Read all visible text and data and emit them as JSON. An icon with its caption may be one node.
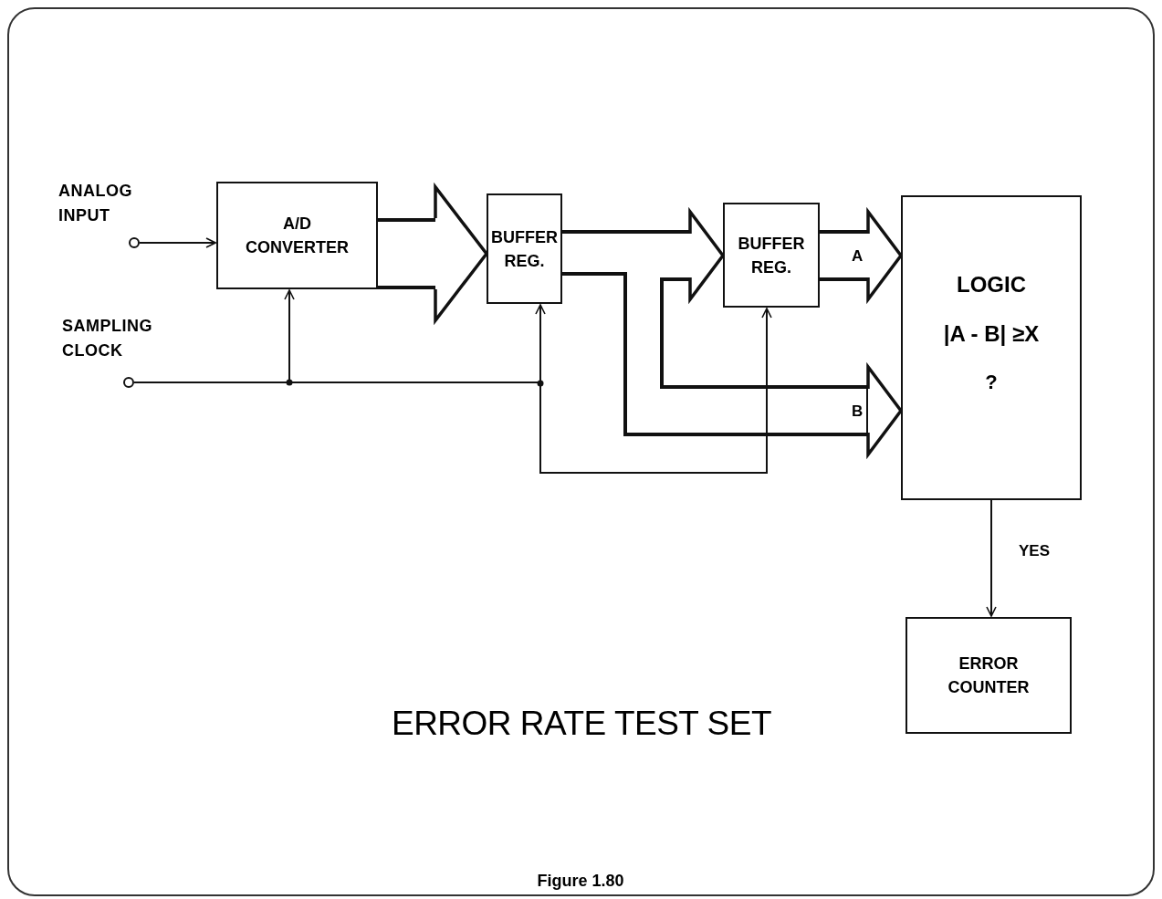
{
  "diagram": {
    "title": "ERROR RATE TEST SET",
    "caption": "Figure 1.80",
    "nodes": [
      {
        "text": [],
        "shape": "circle",
        "beside": [
          "ANALOG INPUT"
        ]
      },
      {
        "text": [
          "A/D CONVERTER"
        ]
      },
      {
        "text": [],
        "shape": "circle",
        "beside": [
          "SAMPLING CLOCK"
        ]
      },
      {
        "text": [
          "BUFFER REG."
        ]
      },
      {
        "text": [
          "BUFFER REG."
        ]
      },
      {
        "text": [
          "LOGIC",
          "|A - B| ≥X",
          "?"
        ]
      },
      {
        "text": [
          "ERROR COUNTER"
        ]
      }
    ],
    "edges": [
      {
        "from": 0,
        "to": 1,
        "arrow": "to"
      },
      {
        "from": 2,
        "to": 1,
        "arrow": "to"
      },
      {
        "from": 2,
        "to": 3,
        "arrow": "to"
      },
      {
        "from": 2,
        "to": 4,
        "arrow": "to"
      },
      {
        "from": 1,
        "to": 3,
        "arrow": "to",
        "style": "thick"
      },
      {
        "from": 3,
        "to": 4,
        "arrow": "to",
        "style": "thick"
      },
      {
        "from": 3,
        "to": 5,
        "arrow": "to",
        "style": "thick",
        "label": "B"
      },
      {
        "from": 4,
        "to": 5,
        "arrow": "to",
        "style": "thick",
        "label": "A"
      },
      {
        "from": 5,
        "to": 6,
        "arrow": "to",
        "label": "YES"
      }
    ]
  }
}
